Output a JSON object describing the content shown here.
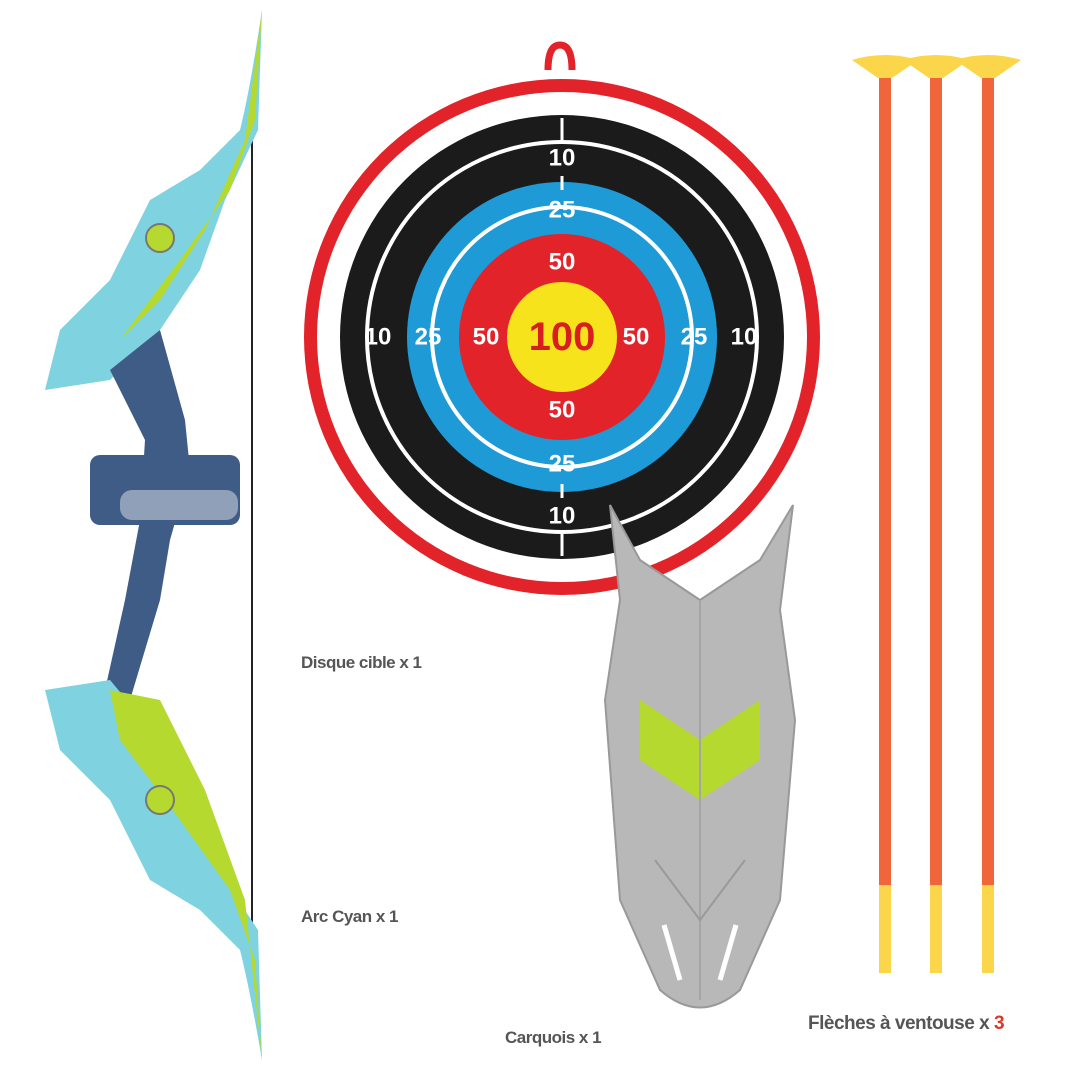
{
  "target": {
    "rings": [
      "10",
      "25",
      "50",
      "100"
    ],
    "labels_top": [
      "10",
      "25",
      "50"
    ],
    "labels_bottom": [
      "50",
      "25",
      "10"
    ],
    "labels_row": [
      "10",
      "25",
      "50",
      "100",
      "50",
      "25",
      "10"
    ]
  },
  "items": {
    "target_label": "Disque cible x 1",
    "bow_label": "Arc Cyan x 1",
    "quiver_label": "Carquois x 1",
    "arrows_label": "Flèches à ventouse x",
    "arrows_count": "3"
  },
  "colors": {
    "target_red": "#e3232a",
    "target_black": "#1b1b1b",
    "target_blue": "#1e9ad6",
    "target_yellow": "#f7e31b",
    "bow_green": "#b5d92f",
    "bow_cyan": "#7fd3e0",
    "bow_grip": "#3f5c86",
    "arrow_orange": "#f0653a",
    "arrow_yellow": "#fbd54a",
    "quiver_gray": "#b8b8b8",
    "label_accent": "#d9372a"
  }
}
